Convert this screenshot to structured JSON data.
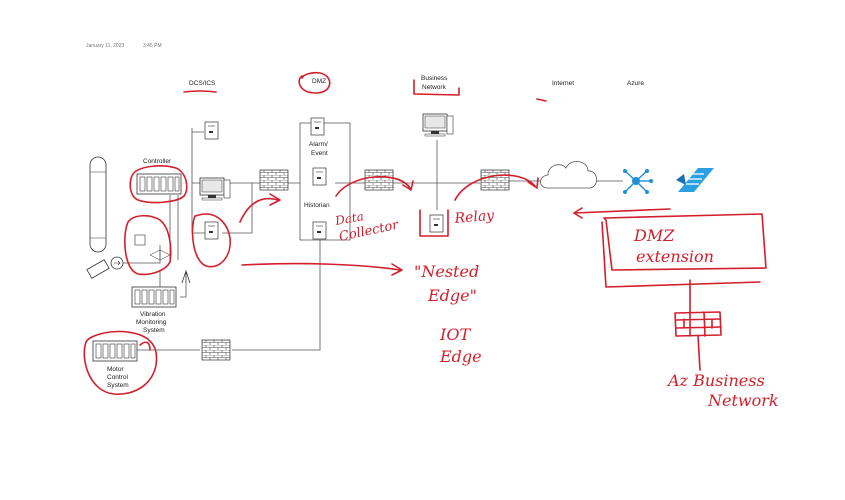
{
  "timestamp": {
    "date": "January 11, 2023",
    "time": "3:45 PM"
  },
  "zones": {
    "dcs": "DCS/ICS",
    "dmz": "DMZ",
    "business_line1": "Business",
    "business_line2": "Network",
    "internet": "Internet",
    "azure": "Azure"
  },
  "components": {
    "controller": "Controller",
    "alarm_line1": "Alarm/",
    "alarm_line2": "Event",
    "historian": "Historian",
    "vibration_line1": "Vibration",
    "vibration_line2": "Monitoring",
    "vibration_line3": "System",
    "motor_line1": "Motor",
    "motor_line2": "Control",
    "motor_line3": "System"
  },
  "annotations": {
    "data_line1": "Data",
    "data_line2": "Collector",
    "relay": "Relay",
    "nested_line1": "\"Nested",
    "nested_line2": "Edge\"",
    "iot_line1": "IOT",
    "iot_line2": "Edge",
    "dmz_ext_line1": "DMZ",
    "dmz_ext_line2": "extension",
    "az_line1": "Az Business",
    "az_line2": "Network"
  },
  "colors": {
    "ink": "#d21f2c",
    "azure_blue": "#1e90d6",
    "firewall": "#555555"
  },
  "icons": [
    "computer-icon",
    "server-icon",
    "firewall-icon",
    "cloud-icon",
    "iot-hub-icon",
    "stream-analytics-icon",
    "antenna-icon"
  ]
}
